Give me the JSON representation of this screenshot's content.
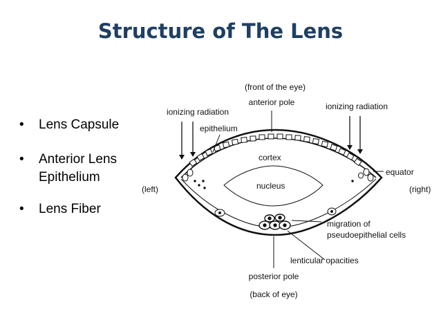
{
  "slide": {
    "title": "Structure of The Lens",
    "bullets": [
      "Lens Capsule",
      "Anterior Lens Epithelium",
      "Lens Fiber"
    ],
    "bullet_char": "•"
  },
  "diagram": {
    "labels": {
      "front": "(front of the eye)",
      "anterior_pole": "anterior pole",
      "ionizing_left": "ionizing radiation",
      "ionizing_right": "ionizing radiation",
      "epithelium": "epithelium",
      "cortex": "cortex",
      "equator": "equator",
      "left": "(left)",
      "nucleus": "nucleus",
      "right": "(right)",
      "migration_1": "migration of",
      "migration_2": "pseudoepithelial cells",
      "opacities": "lenticular opacities",
      "posterior_pole": "posterior pole",
      "back": "(back of eye)"
    }
  }
}
